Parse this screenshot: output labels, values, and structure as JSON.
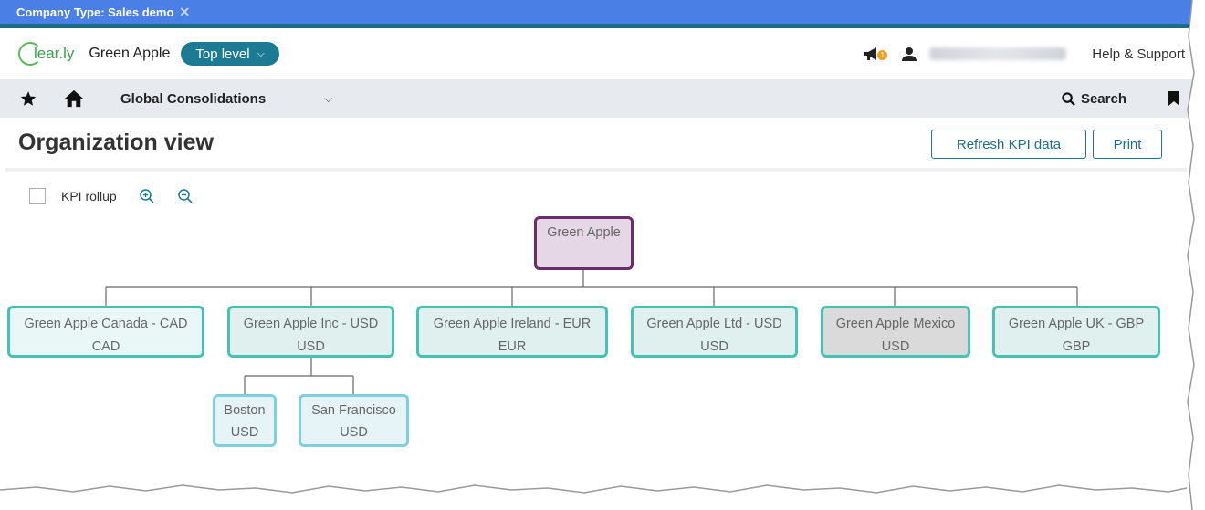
{
  "filter_bar": {
    "label": "Company Type: Sales demo",
    "close": "✕"
  },
  "header": {
    "logo_text": "lear.ly",
    "company": "Green Apple",
    "level_label": "Top level",
    "notification_count": "1",
    "help_label": "Help & Support"
  },
  "nav": {
    "title": "Global Consolidations",
    "search_label": "Search"
  },
  "page": {
    "title": "Organization view",
    "refresh_label": "Refresh KPI data",
    "print_label": "Print",
    "kpi_rollup_label": "KPI rollup"
  },
  "org": {
    "root": {
      "name": "Green Apple"
    },
    "children": [
      {
        "name": "Green Apple Canada - CAD",
        "currency": "CAD"
      },
      {
        "name": "Green Apple Inc - USD",
        "currency": "USD"
      },
      {
        "name": "Green Apple Ireland - EUR",
        "currency": "EUR"
      },
      {
        "name": "Green Apple Ltd - USD",
        "currency": "USD"
      },
      {
        "name": "Green Apple Mexico",
        "currency": "USD"
      },
      {
        "name": "Green Apple UK - GBP",
        "currency": "GBP"
      }
    ],
    "inc_children": [
      {
        "name": "Boston",
        "currency": "USD"
      },
      {
        "name": "San Francisco",
        "currency": "USD"
      }
    ]
  },
  "colors": {
    "accent": "#1c7a93",
    "root_border": "#6e2b6b",
    "node_border": "#45c2b4",
    "leaf_border": "#7ed0e0",
    "filter_bar": "#4a7fe6"
  }
}
